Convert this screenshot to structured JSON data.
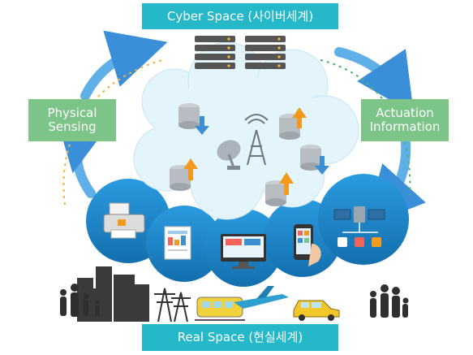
{
  "labels": {
    "cyber_space": "Cyber Space (사이버세계)",
    "real_space": "Real Space (현실세계)",
    "physical_sensing": "Physical\nSensing",
    "actuation_information": "Actuation\nInformation"
  },
  "colors": {
    "teal": "#25b8c9",
    "green": "#7cc487",
    "arrow_blue": "#3b8fd8",
    "cloud": "#e3f4fa",
    "circle_blue": "#1f86c4",
    "upload_orange": "#f39a1e",
    "download_blue": "#3d8fd4",
    "silhouette": "#2f2f2f"
  },
  "icons": [
    "server-rack-icon",
    "database-upload-icon",
    "database-download-icon",
    "satellite-dish-icon",
    "antenna-tower-icon",
    "printer-icon",
    "document-chart-icon",
    "monitor-icon",
    "smartphone-icon",
    "satellite-icon",
    "city-skyline-icon",
    "power-pylon-icon",
    "tram-icon",
    "airplane-icon",
    "car-icon",
    "family-silhouette-icon"
  ]
}
